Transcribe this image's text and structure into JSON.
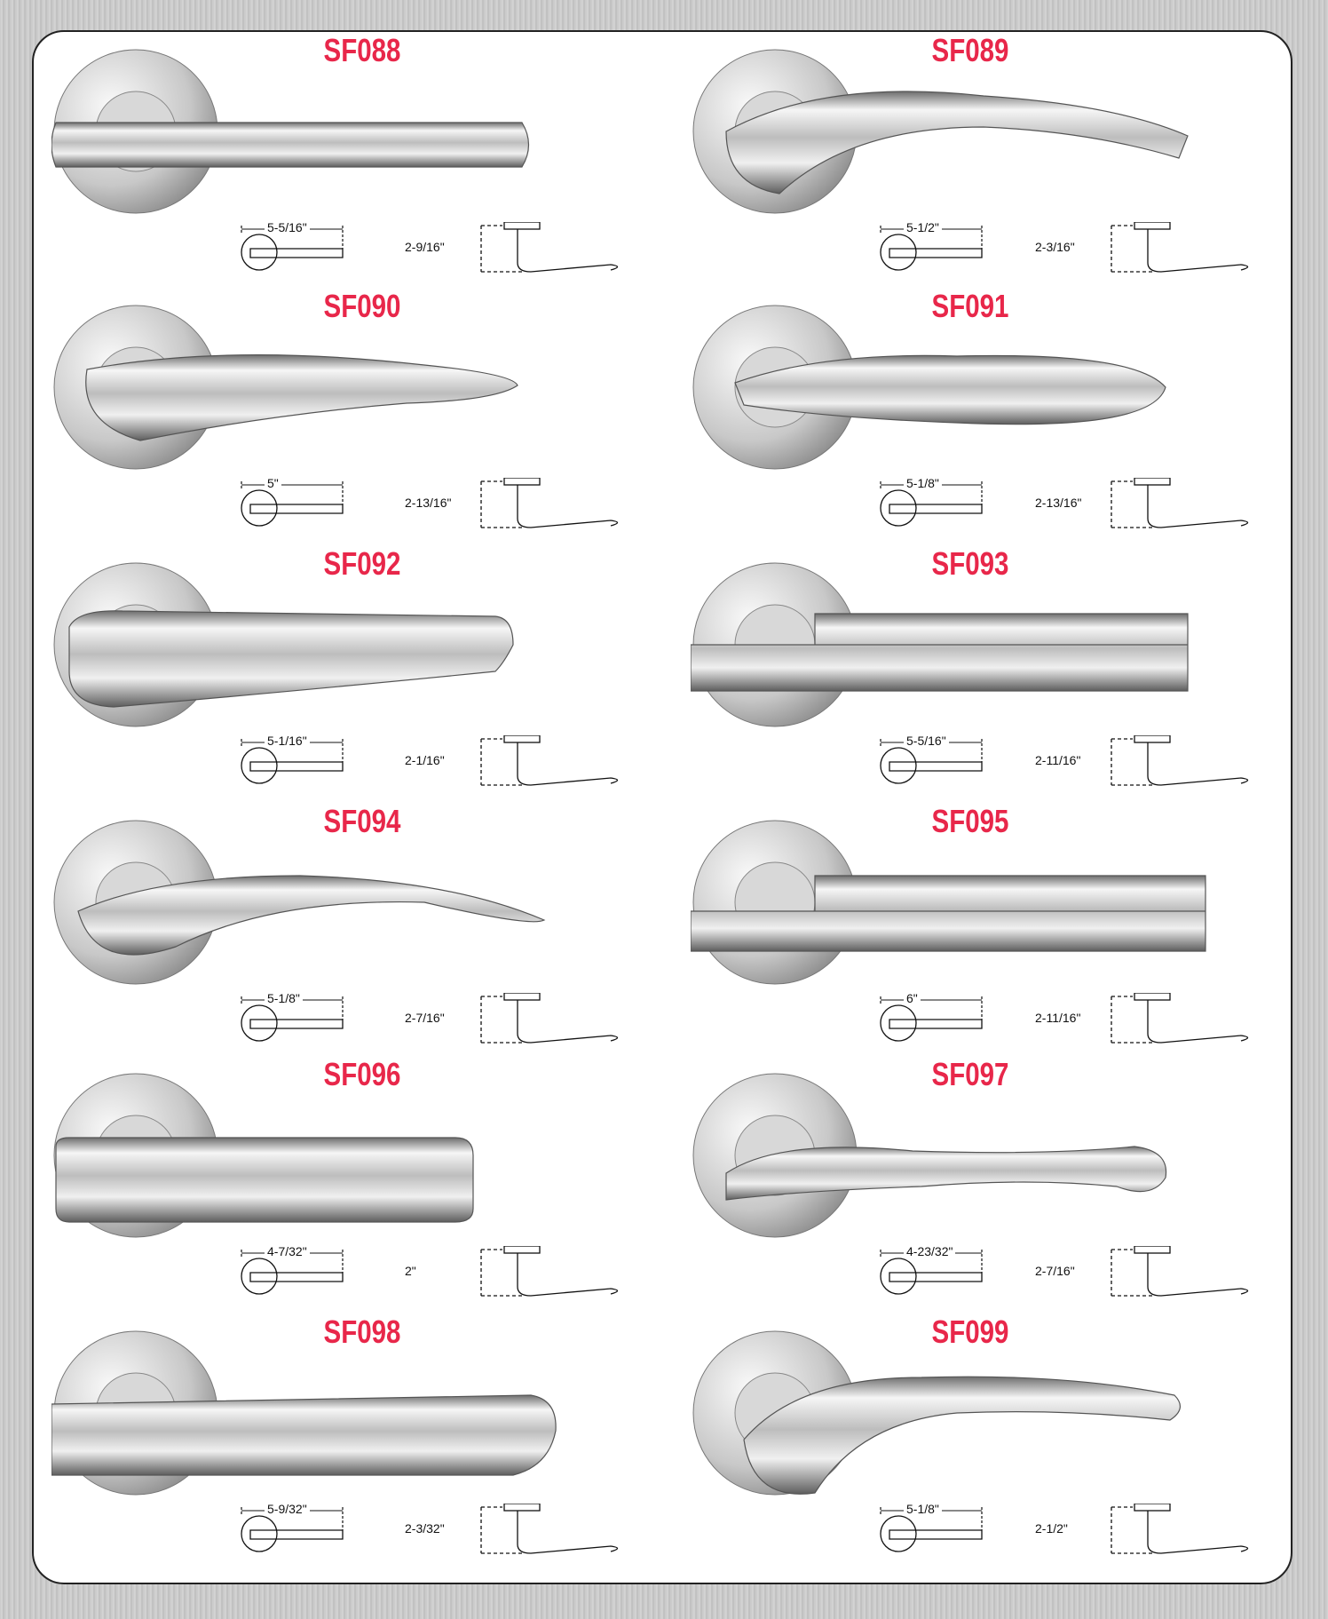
{
  "products": [
    {
      "code": "SF088",
      "width": "5-5/16\"",
      "height": "2-9/16\""
    },
    {
      "code": "SF089",
      "width": "5-1/2\"",
      "height": "2-3/16\""
    },
    {
      "code": "SF090",
      "width": "5\"",
      "height": "2-13/16\""
    },
    {
      "code": "SF091",
      "width": "5-1/8\"",
      "height": "2-13/16\""
    },
    {
      "code": "SF092",
      "width": "5-1/16\"",
      "height": "2-1/16\""
    },
    {
      "code": "SF093",
      "width": "5-5/16\"",
      "height": "2-11/16\""
    },
    {
      "code": "SF094",
      "width": "5-1/8\"",
      "height": "2-7/16\""
    },
    {
      "code": "SF095",
      "width": "6\"",
      "height": "2-11/16\""
    },
    {
      "code": "SF096",
      "width": "4-7/32\"",
      "height": "2\""
    },
    {
      "code": "SF097",
      "width": "4-23/32\"",
      "height": "2-7/16\""
    },
    {
      "code": "SF098",
      "width": "5-9/32\"",
      "height": "2-3/32\""
    },
    {
      "code": "SF099",
      "width": "5-1/8\"",
      "height": "2-1/2\""
    }
  ],
  "colors": {
    "code_red": "#e8274a",
    "chrome_light": "#f4f4f4",
    "chrome_dark": "#8a8a8a"
  }
}
